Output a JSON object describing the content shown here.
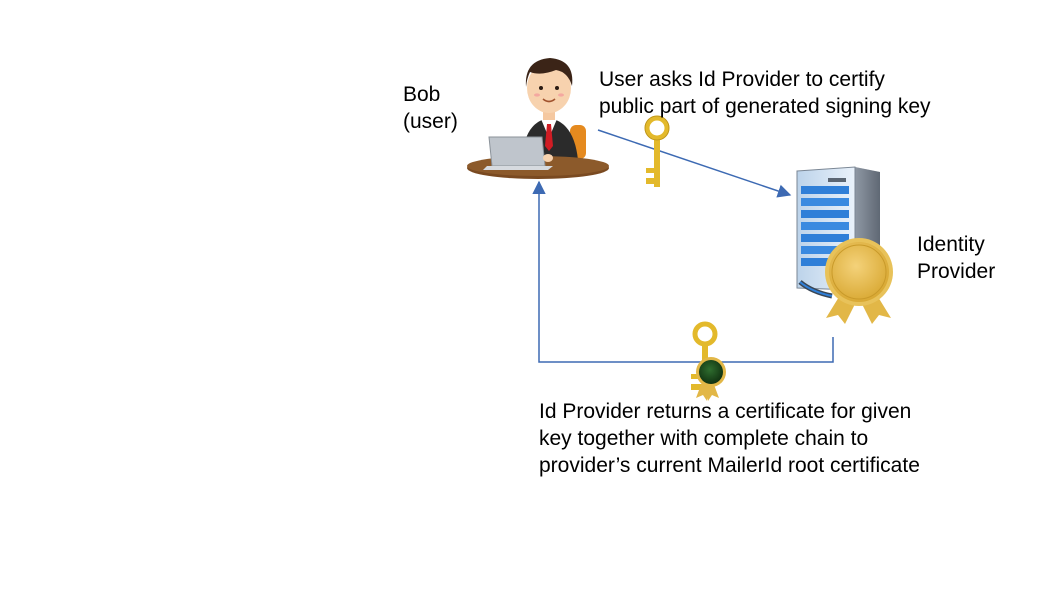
{
  "actors": {
    "user": {
      "name": "Bob",
      "role": "(user)"
    },
    "provider": {
      "line1": "Identity",
      "line2": "Provider"
    }
  },
  "steps": {
    "request": {
      "line1": "User asks Id Provider to certify",
      "line2": "public part of generated signing key"
    },
    "response": {
      "line1": "Id Provider returns a certificate for given",
      "line2": "key together with complete chain to",
      "line3": "provider’s current MailerId root certificate"
    }
  },
  "colors": {
    "arrow": "#3d6ab3",
    "key": "#e3b92b",
    "seal_gold": "#e2b747",
    "seal_green": "#1f4d1f",
    "server_blue": "#2f7fd8"
  },
  "icons": [
    "user-at-laptop-icon",
    "key-icon",
    "server-icon",
    "gold-seal-icon",
    "certified-key-icon"
  ]
}
